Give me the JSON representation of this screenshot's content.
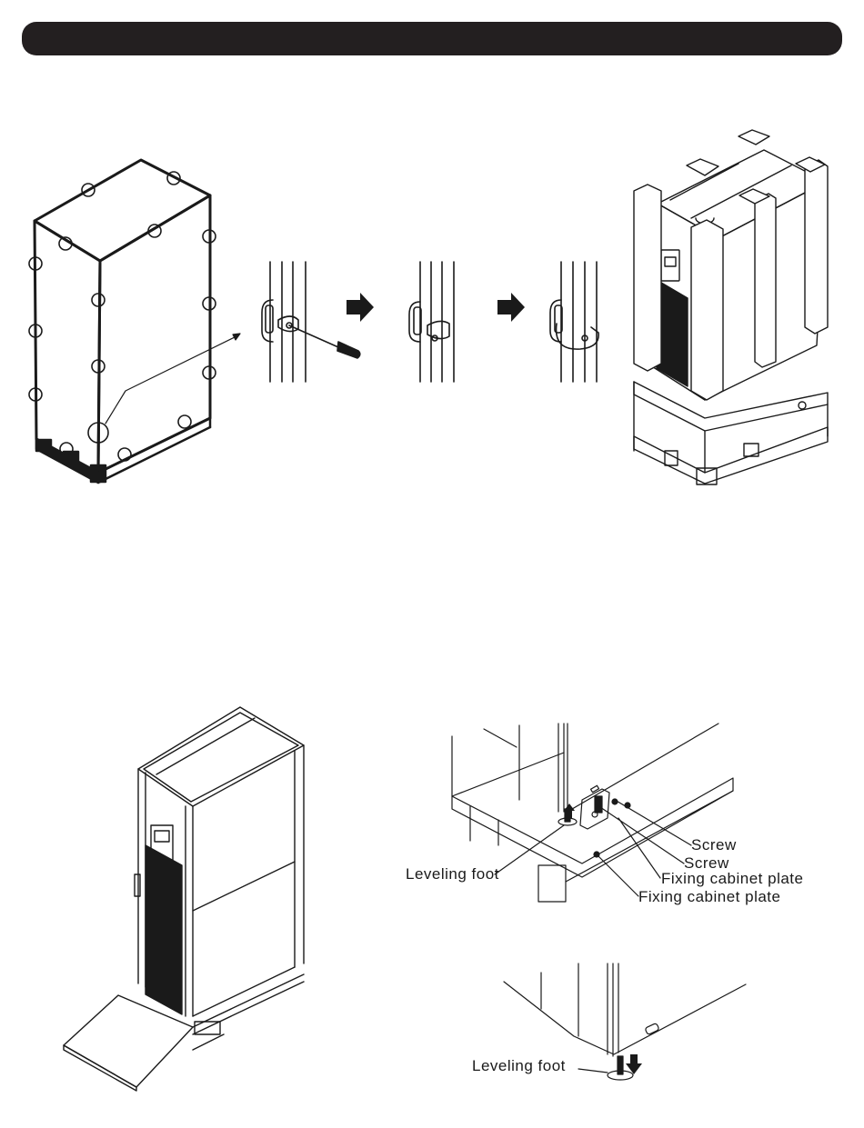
{
  "header": {
    "bar_color": "#231f20",
    "text": ""
  },
  "diagram_bottom_right": {
    "labels": {
      "screw_1": "Screw",
      "screw_2": "Screw",
      "fixing_plate_1": "Fixing cabinet plate",
      "fixing_plate_2": "Fixing cabinet plate",
      "leveling_foot_top": "Leveling foot",
      "leveling_foot_bottom": "Leveling foot"
    }
  },
  "icons": {
    "step_arrow_1": "right-arrow-icon",
    "step_arrow_2": "right-arrow-icon",
    "foot_up_arrow": "up-arrow-icon",
    "foot_down_arrow": "down-arrow-icon"
  }
}
